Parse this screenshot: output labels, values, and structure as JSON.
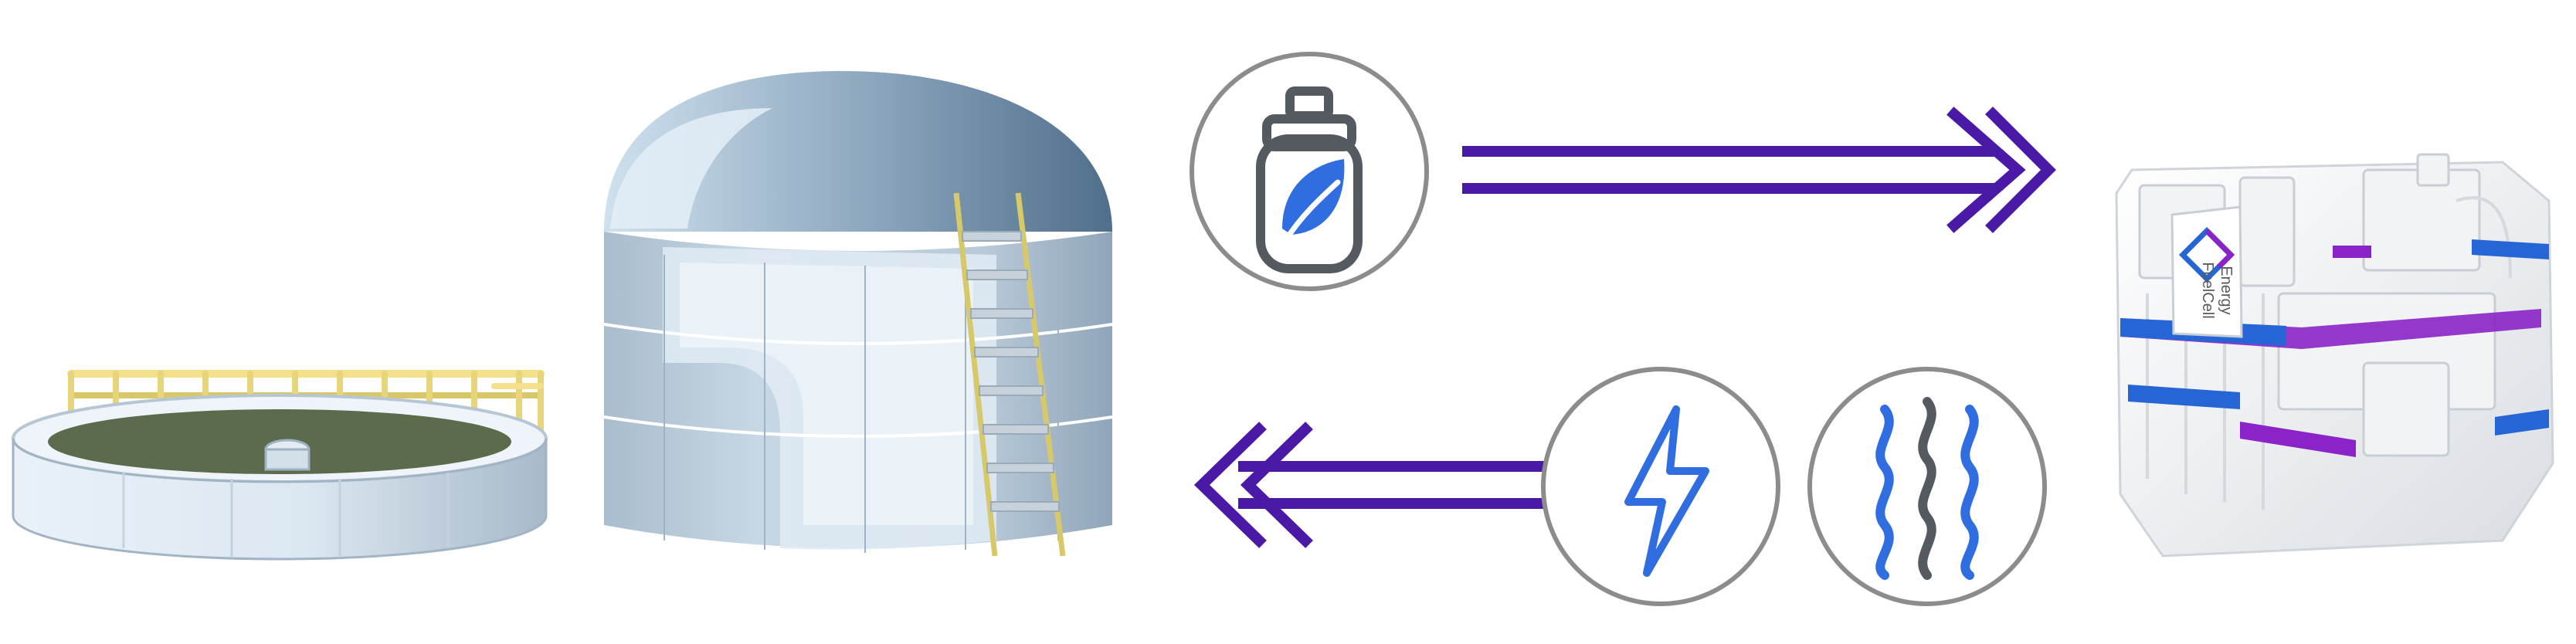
{
  "diagram": {
    "stages": [
      "wastewater-clarifier",
      "anaerobic-digester",
      "fuel-cell-power-plant"
    ],
    "flows": [
      {
        "name": "biogas",
        "direction": "to-fuel-cell",
        "icon": "gas-cylinder-leaf-icon"
      },
      {
        "name": "electricity",
        "direction": "to-facility",
        "icon": "lightning-bolt-icon"
      },
      {
        "name": "heat",
        "direction": "to-facility",
        "icon": "heat-waves-icon"
      }
    ]
  },
  "logo": {
    "text_line1": "FuelCell",
    "text_line2": "Energy"
  },
  "colors": {
    "arrow": "#4a1aa6",
    "icon_blue": "#2f6de1",
    "icon_gray": "#555a60",
    "circle_stroke": "#8c8c8c",
    "tank_light": "#dce9f2",
    "tank_dark": "#5f7f9c",
    "railing": "#f2e08a",
    "sludge": "#5b6b4b",
    "band_blue": "#2565d6",
    "band_purple": "#8a23c8"
  }
}
